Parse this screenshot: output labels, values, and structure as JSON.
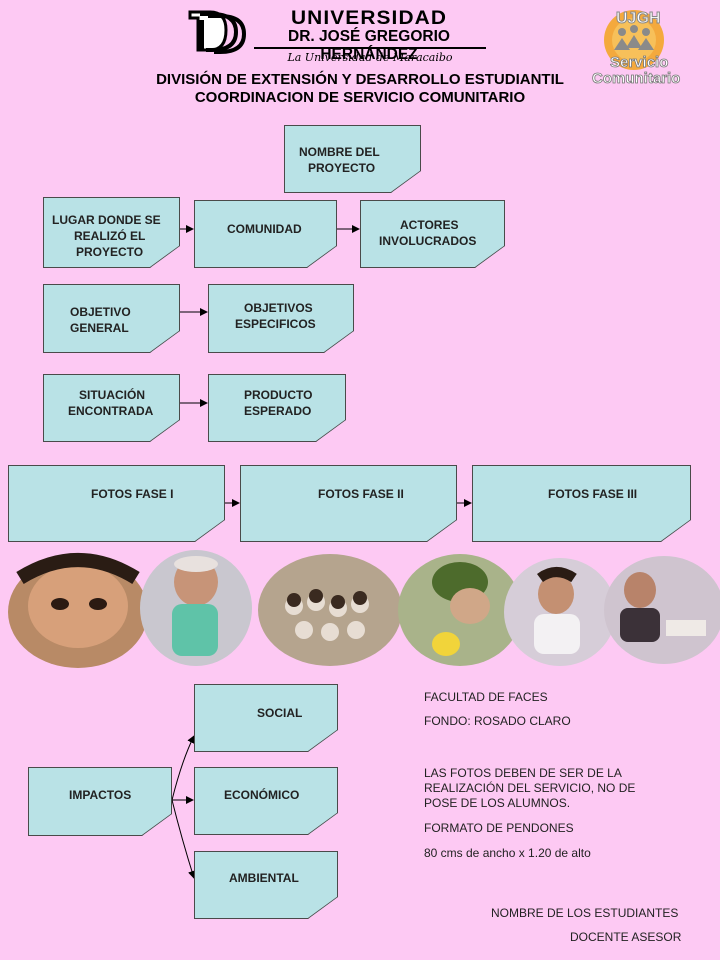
{
  "header": {
    "university_line1": "UNIVERSIDAD",
    "university_line2": "DR. JOSÉ GREGORIO HERNÁNDEZ",
    "tagline": "La Universidad de Maracaibo",
    "title_line1": "DIVISIÓN DE EXTENSIÓN Y DESARROLLO ESTUDIANTIL",
    "title_line2": "COORDINACION DE SERVICIO COMUNITARIO",
    "badge_top": "UJGH",
    "badge_line1": "Servicio",
    "badge_line2": "Comunitario"
  },
  "boxes": {
    "nombre_l1": "NOMBRE  DEL",
    "nombre_l2": "PROYECTO",
    "lugar_l1": "LUGAR DONDE  SE",
    "lugar_l2": "REALIZÓ EL",
    "lugar_l3": "PROYECTO",
    "comunidad": "COMUNIDAD",
    "actores_l1": "ACTORES",
    "actores_l2": "INVOLUCRADOS",
    "obj_general_l1": "OBJETIVO",
    "obj_general_l2": "GENERAL",
    "obj_especificos_l1": "OBJETIVOS",
    "obj_especificos_l2": "ESPECIFICOS",
    "situacion_l1": "SITUACIÓN",
    "situacion_l2": "ENCONTRADA",
    "producto_l1": "PRODUCTO",
    "producto_l2": "ESPERADO",
    "fotos1": "FOTOS FASE I",
    "fotos2": "FOTOS FASE II",
    "fotos3": "FOTOS FASE III",
    "impactos": "IMPACTOS",
    "social": "SOCIAL",
    "economico": "ECONÓMICO",
    "ambiental": "AMBIENTAL"
  },
  "notes": {
    "facultad": "FACULTAD  DE FACES",
    "fondo": "FONDO: ROSADO CLARO",
    "fotos_l1": "LAS FOTOS DEBEN DE SER DE LA",
    "fotos_l2": "REALIZACIÓN  DEL SERVICIO,  NO DE",
    "fotos_l3": "POSE DE LOS ALUMNOS.",
    "formato": "FORMATO  DE PENDONES",
    "medidas": "80 cms de ancho x 1.20 de alto",
    "estudiantes": "NOMBRE DE LOS ESTUDIANTES",
    "docente": "DOCENTE  ASESOR"
  },
  "colors": {
    "background": "#fdc9f3",
    "box_fill": "#b9e2e6",
    "badge_orange": "#f2a31c"
  }
}
